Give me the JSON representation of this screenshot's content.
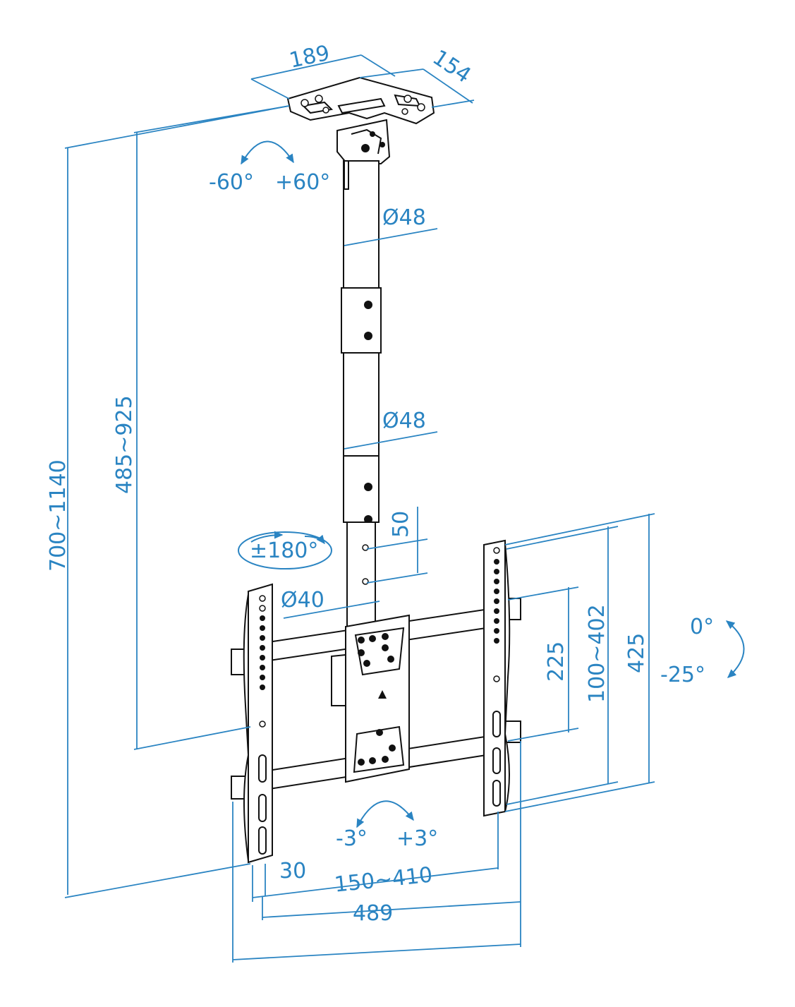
{
  "labels": {
    "bracket_width": "189",
    "bracket_depth": "154",
    "swivel_left": "-60°",
    "swivel_right": "+60°",
    "tube_upper_diameter": "Ø48",
    "tube_middle_diameter": "Ø48",
    "tube_lower_diameter": "Ø40",
    "hole_pitch": "50",
    "rotation": "±180°",
    "total_height": "700~1140",
    "drop_height": "485~925",
    "vesa_vertical": "225",
    "vertical_range": "100~402",
    "plate_height": "425",
    "tilt_up": "0°",
    "tilt_down": "-25°",
    "level_left": "-3°",
    "level_right": "+3°",
    "rail_width": "30",
    "horizontal_range": "150~410",
    "overall_width": "489"
  },
  "colors": {
    "dimension": "#2a84c2",
    "line_art": "#111111"
  }
}
